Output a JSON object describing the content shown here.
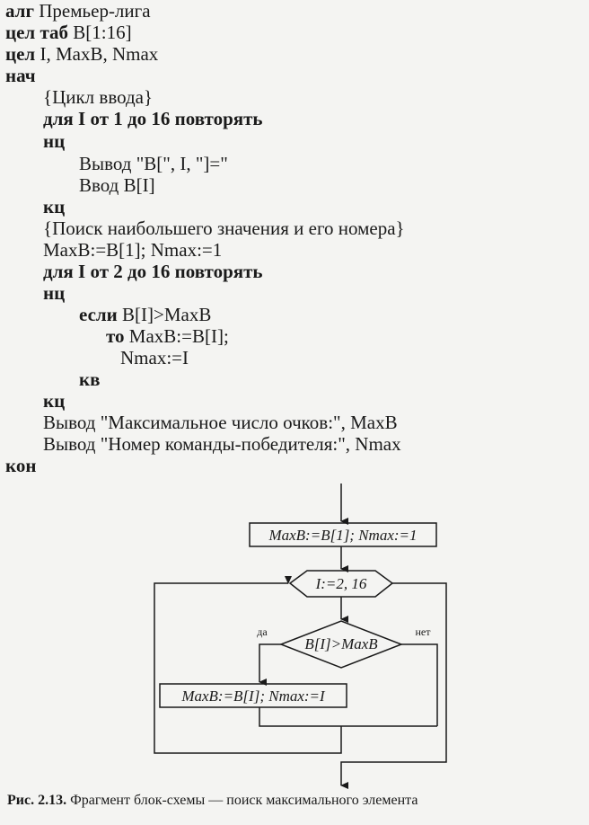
{
  "algorithm": {
    "header": {
      "kw": "алг",
      "name": "Премьер-лига"
    },
    "decl1": {
      "kw": "цел таб",
      "rest": "B[1:16]"
    },
    "decl2": {
      "kw": "цел",
      "rest": "I, MaxB, Nmax"
    },
    "begin": "нач",
    "comment_input": "{Цикл ввода}",
    "loop1": {
      "kw1": "для",
      "var": "I",
      "kw2": "от",
      "from": "1",
      "kw3": "до",
      "to": "16",
      "kw4": "повторять"
    },
    "nc1": "нц",
    "output1": {
      "kw": "Вывод",
      "rest": "\"B[\", I, \"]=\""
    },
    "input1": {
      "kw": "Ввод",
      "rest": "B[I]"
    },
    "kc1": "кц",
    "comment_search": "{Поиск наибольшего значения и его номера}",
    "assign1": "MaxB:=B[1]; Nmax:=1",
    "loop2": {
      "kw1": "для",
      "var": "I",
      "kw2": "от",
      "from": "2",
      "kw3": "до",
      "to": "16",
      "kw4": "повторять"
    },
    "nc2": "нц",
    "if": {
      "kw": "если",
      "cond": "B[I]>MaxB"
    },
    "then": {
      "kw": "то",
      "rest": "MaxB:=B[I];"
    },
    "then2": "Nmax:=I",
    "kv": "кв",
    "kc2": "кц",
    "output2": {
      "kw": "Вывод",
      "rest": " \"Максимальное число очков:\", MaxB"
    },
    "output3": {
      "kw": "Вывод",
      "rest": "\"Номер команды-победителя:\", Nmax"
    },
    "end": "кон"
  },
  "flowchart": {
    "init_block": "MaxB:=B[1]; Nmax:=1",
    "loop_block": "I:=2, 16",
    "condition": "B[I]>MaxB",
    "yes_label": "да",
    "no_label": "нет",
    "action_block": "MaxB:=B[I]; Nmax:=I"
  },
  "caption": {
    "figure": "Рис. 2.13.",
    "text": "Фрагмент блок-схемы — поиск максимального элемента"
  }
}
